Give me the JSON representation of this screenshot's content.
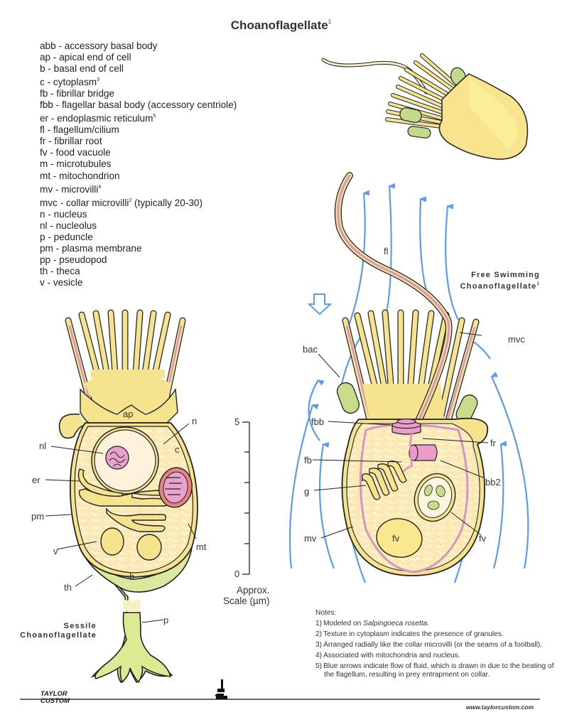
{
  "title": {
    "text": "Choanoflagellate",
    "note_ref": "1"
  },
  "legend": [
    {
      "text": "abb - accessory basal body",
      "sup": ""
    },
    {
      "text": "ap - apical end of cell",
      "sup": ""
    },
    {
      "text": "b - basal end of cell",
      "sup": ""
    },
    {
      "text": "c - cytoplasm",
      "sup": "3"
    },
    {
      "text": "fb - fibrillar bridge",
      "sup": ""
    },
    {
      "text": "fbb - flagellar basal body (accessory centriole)",
      "sup": ""
    },
    {
      "text": "er - endoplasmic reticulum",
      "sup": "5"
    },
    {
      "text": "fl - flagellum/cilium",
      "sup": ""
    },
    {
      "text": "fr - fibrillar root",
      "sup": ""
    },
    {
      "text": "fv - food vacuole",
      "sup": ""
    },
    {
      "text": "m - microtubules",
      "sup": ""
    },
    {
      "text": "mt - mitochondrion",
      "sup": ""
    },
    {
      "text": "mv - microvilli",
      "sup": "4"
    },
    {
      "text": "mvc - collar microvilli",
      "sup": "2",
      "after": " (typically 20-30)"
    },
    {
      "text": "n - nucleus",
      "sup": ""
    },
    {
      "text": "nl - nucleolus",
      "sup": ""
    },
    {
      "text": "p - peduncle",
      "sup": ""
    },
    {
      "text": "pm - plasma membrane",
      "sup": ""
    },
    {
      "text": "pp - pseudopod",
      "sup": ""
    },
    {
      "text": "th - theca",
      "sup": ""
    },
    {
      "text": "v - vesicle",
      "sup": ""
    }
  ],
  "sessile": {
    "caption_line1": "Sessile",
    "caption_line2": "Choanoflagellate",
    "labels": {
      "ap": "ap",
      "n": "n",
      "nl": "nl",
      "c": "c",
      "er": "er",
      "pm": "pm",
      "mt": "mt",
      "v": "v",
      "b": "b",
      "th": "th",
      "p": "p"
    }
  },
  "scale": {
    "max_label": "5",
    "min_label": "0",
    "ticks": 5,
    "label_line1": "Approx.",
    "label_line2": "Scale (µm)"
  },
  "free_swimming": {
    "caption_line1": "Free Swimming",
    "caption_line2": "Choanoflagellate",
    "note_ref": "1",
    "labels": {
      "fl": "fl",
      "mvc": "mvc",
      "bac": "bac",
      "fbb": "fbb",
      "fr": "fr",
      "fb": "fb",
      "bb2": "bb2",
      "g": "g",
      "fv1": "fv",
      "fv2": "fv",
      "mv": "mv"
    }
  },
  "colors": {
    "flow_arrow": "#5b9cf0",
    "cell_yellow": "#f8e88c",
    "cytoplasm": "#fbefc3",
    "pink": "#d993c2",
    "green": "#c9dc8a",
    "outline": "#222222"
  },
  "notes": {
    "heading": "Notes:",
    "items": [
      {
        "num": "1)",
        "text_before": "Modeled on ",
        "italic": "Salpingoeca rosetta",
        "text_after": "."
      },
      {
        "num": "2)",
        "text_before": "Texture in cytoplasm indicates the presence of granules.",
        "italic": "",
        "text_after": ""
      },
      {
        "num": "3)",
        "text_before": "Arranged radially like the collar microvilli (or the seams of a football).",
        "italic": "",
        "text_after": ""
      },
      {
        "num": "4)",
        "text_before": "Associated with mitochondria and nucleus.",
        "italic": "",
        "text_after": ""
      },
      {
        "num": "5)",
        "text_before": "Blue arrows indicate flow of fluid, which is drawn in due to the beating of the flagellum, resulting in prey entrapment on collar.",
        "italic": "",
        "text_after": ""
      }
    ]
  },
  "footer": {
    "logo_line1": "TAYLOR",
    "logo_line2": "CUSTOM",
    "url": "www.taylorcustom.com",
    "microscope_icon": "microscope-icon"
  }
}
